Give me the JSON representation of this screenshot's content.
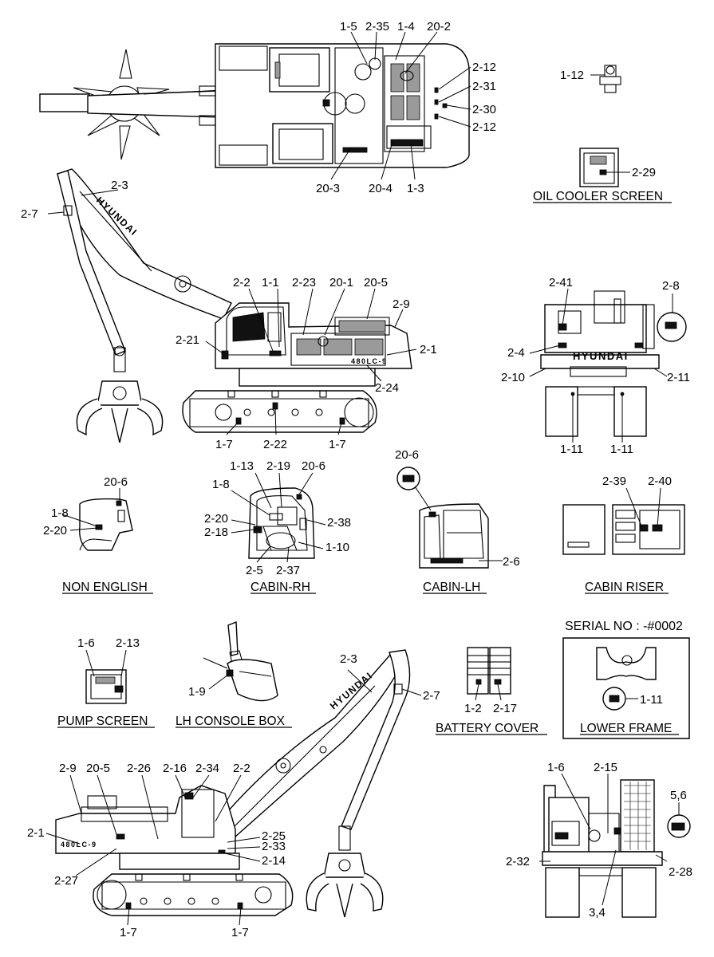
{
  "callouts": {
    "c_1_5": "1-5",
    "c_2_35": "2-35",
    "c_1_4": "1-4",
    "c_20_2": "20-2",
    "c_2_12a": "2-12",
    "c_2_31": "2-31",
    "c_2_30": "2-30",
    "c_2_12b": "2-12",
    "c_20_3": "20-3",
    "c_20_4": "20-4",
    "c_1_3": "1-3",
    "c_1_12": "1-12",
    "c_2_29": "2-29",
    "c_2_7a": "2-7",
    "c_2_3a": "2-3",
    "c_2_2a": "2-2",
    "c_1_1": "1-1",
    "c_2_23": "2-23",
    "c_20_1": "20-1",
    "c_20_5a": "20-5",
    "c_2_9a": "2-9",
    "c_2_1a": "2-1",
    "c_2_21": "2-21",
    "c_2_24": "2-24",
    "c_1_7a": "1-7",
    "c_2_22": "2-22",
    "c_1_7b": "1-7",
    "c_2_41": "2-41",
    "c_2_8": "2-8",
    "c_2_4": "2-4",
    "c_2_10": "2-10",
    "c_2_11": "2-11",
    "c_1_11a": "1-11",
    "c_1_11b": "1-11",
    "c_20_6a": "20-6",
    "c_1_8a": "1-8",
    "c_2_20a": "2-20",
    "c_1_13": "1-13",
    "c_2_19": "2-19",
    "c_20_6b": "20-6",
    "c_1_8b": "1-8",
    "c_2_20b": "2-20",
    "c_2_18": "2-18",
    "c_2_38": "2-38",
    "c_1_10": "1-10",
    "c_2_5": "2-5",
    "c_2_37": "2-37",
    "c_20_6c": "20-6",
    "c_2_6": "2-6",
    "c_2_39": "2-39",
    "c_2_40": "2-40",
    "c_1_6a": "1-6",
    "c_2_13": "2-13",
    "c_1_9": "1-9",
    "c_2_3b": "2-3",
    "c_2_7b": "2-7",
    "c_1_2": "1-2",
    "c_2_17": "2-17",
    "c_1_11c": "1-11",
    "c_2_9b": "2-9",
    "c_20_5b": "20-5",
    "c_2_26": "2-26",
    "c_2_16": "2-16",
    "c_2_34": "2-34",
    "c_2_2b": "2-2",
    "c_2_1b": "2-1",
    "c_2_25": "2-25",
    "c_2_33": "2-33",
    "c_2_14": "2-14",
    "c_2_27": "2-27",
    "c_1_7c": "1-7",
    "c_1_7d": "1-7",
    "c_1_6b": "1-6",
    "c_2_15": "2-15",
    "c_5_6": "5,6",
    "c_2_32": "2-32",
    "c_2_28": "2-28",
    "c_3_4": "3,4"
  },
  "titles": {
    "oil_cooler_screen": "OIL COOLER SCREEN",
    "non_english": "NON ENGLISH",
    "cabin_rh": "CABIN-RH",
    "cabin_lh": "CABIN-LH",
    "cabin_riser": "CABIN RISER",
    "serial_no": "SERIAL NO : -#0002",
    "pump_screen": "PUMP SCREEN",
    "lh_console_box": "LH CONSOLE BOX",
    "battery_cover": "BATTERY COVER",
    "lower_frame": "LOWER FRAME"
  },
  "brand": {
    "maker": "HYUNDAI",
    "model": "480LC-9"
  }
}
